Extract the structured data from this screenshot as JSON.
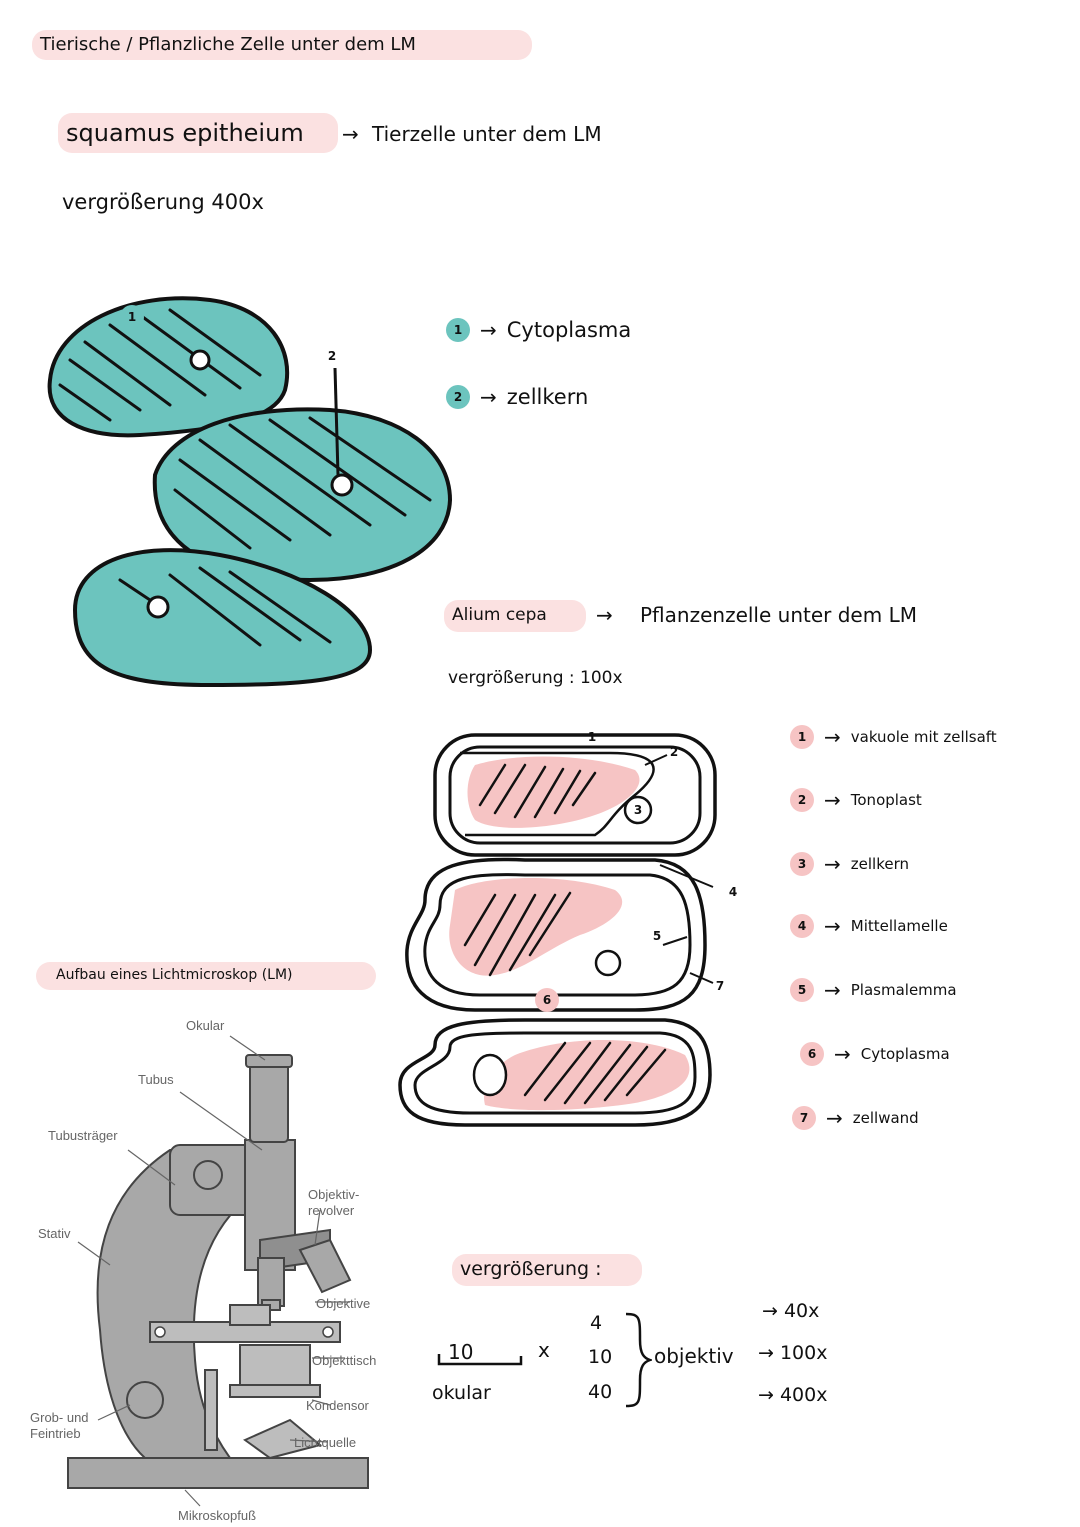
{
  "title": "Tierische / Pflanzliche Zelle unter dem LM",
  "animal": {
    "heading": "squamus epitheium",
    "arrow": "→",
    "subtitle": "Tierzelle unter dem LM",
    "magnification": "vergrößerung 400x",
    "labels": [
      {
        "num": "1",
        "text": "Cytoplasma"
      },
      {
        "num": "2",
        "text": "zellkern"
      }
    ]
  },
  "plant": {
    "heading": "Alium cepa",
    "arrow": "→",
    "subtitle": "Pflanzenzelle unter dem LM",
    "magnification": "vergrößerung : 100x",
    "labels": [
      {
        "num": "1",
        "text": "vakuole mit zellsaft"
      },
      {
        "num": "2",
        "text": "Tonoplast"
      },
      {
        "num": "3",
        "text": "zellkern"
      },
      {
        "num": "4",
        "text": "Mittellamelle"
      },
      {
        "num": "5",
        "text": "Plasmalemma"
      },
      {
        "num": "6",
        "text": "Cytoplasma"
      },
      {
        "num": "7",
        "text": "zellwand"
      }
    ]
  },
  "microscope": {
    "heading": "Aufbau eines Lichtmicroskop (LM)",
    "labels": {
      "okular": "Okular",
      "tubus": "Tubus",
      "tubustraeger": "Tubusträger",
      "stativ": "Stativ",
      "revolver_1": "Objektiv-",
      "revolver_2": "revolver",
      "objektive": "Objektive",
      "objekttisch": "Objekttisch",
      "kondensor": "Kondensor",
      "lichtquelle": "Lichtquelle",
      "trieb_1": "Grob- und",
      "trieb_2": "Feintrieb",
      "fuss": "Mikroskopfuß"
    }
  },
  "calc": {
    "heading": "vergrößerung :",
    "okular_value": "10",
    "okular_label": "okular",
    "times": "x",
    "objektiv_values": [
      "4",
      "10",
      "40"
    ],
    "objektiv_label": "objektiv",
    "results": [
      "→ 40x",
      "→ 100x",
      "→ 400x"
    ]
  },
  "colors": {
    "teal": "#6cc4be",
    "pink": "#f6c4c4",
    "highlight": "#fbe1e1"
  }
}
